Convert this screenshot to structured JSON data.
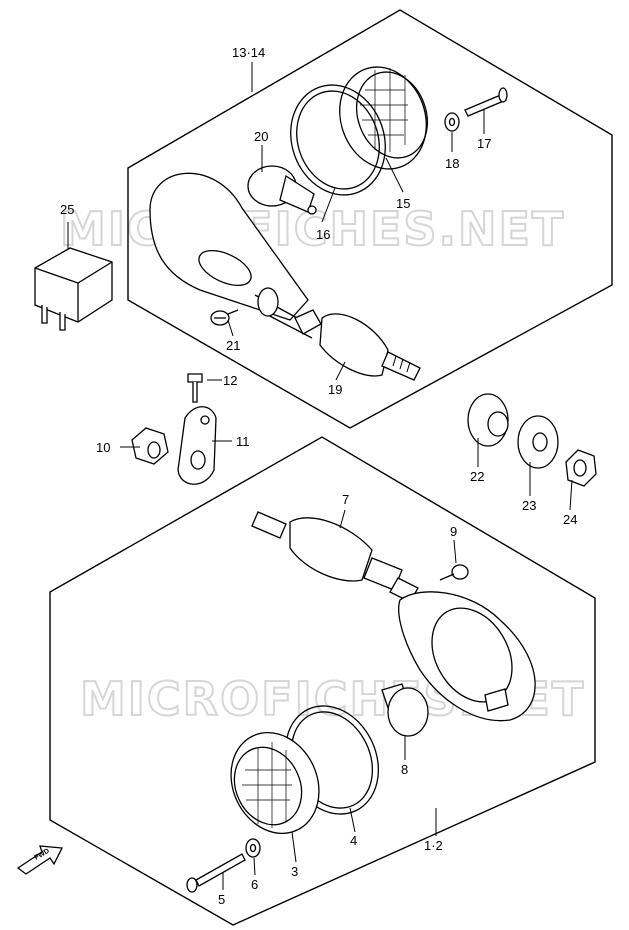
{
  "watermark": "MICROFICHES.NET",
  "fwd_label": "FWD",
  "callouts": {
    "c13_14": "13·14",
    "c15": "15",
    "c16": "16",
    "c17": "17",
    "c18": "18",
    "c19": "19",
    "c20": "20",
    "c21": "21",
    "c25": "25",
    "c12": "12",
    "c11": "11",
    "c10": "10",
    "c22": "22",
    "c23": "23",
    "c24": "24",
    "c7": "7",
    "c9": "9",
    "c8": "8",
    "c4": "4",
    "c1_2": "1·2",
    "c3": "3",
    "c5": "5",
    "c6": "6"
  }
}
